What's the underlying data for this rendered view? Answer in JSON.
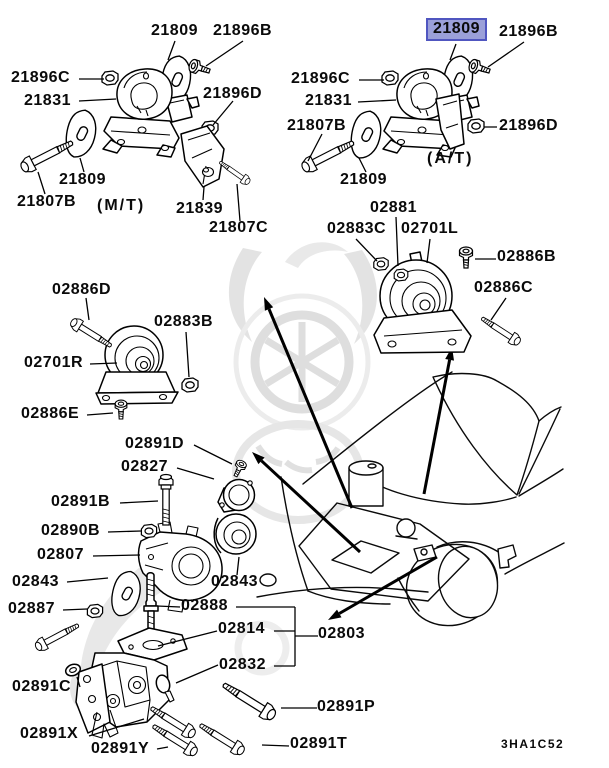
{
  "diagram": {
    "code": "3HA1C52",
    "selected_part": "21809",
    "colors": {
      "highlight_fill": "#9ba0d9",
      "highlight_border": "#5056c0",
      "line_color": "#000000",
      "watermark_gray": "#e3e3e3",
      "background": "#ffffff"
    }
  },
  "labels": {
    "mt_21809_top": "21809",
    "mt_21896b": "21896B",
    "mt_21896c": "21896C",
    "mt_21831": "21831",
    "mt_21896d": "21896D",
    "mt_21809_low": "21809",
    "mt_21807b": "21807B",
    "mt_trans": "(M/T)",
    "mt_21839": "21839",
    "mt_21807c": "21807C",
    "at_21809_sel": "21809",
    "at_21896b": "21896B",
    "at_21896c": "21896C",
    "at_21831": "21831",
    "at_21807b": "21807B",
    "at_21896d": "21896D",
    "at_trans": "(A/T)",
    "at_21809_low": "21809",
    "c_02881": "02881",
    "c_02883c": "02883C",
    "c_02701l": "02701L",
    "c_02886b": "02886B",
    "c_02886c": "02886C",
    "l_02886d": "02886D",
    "l_02883b": "02883B",
    "l_02701r": "02701R",
    "l_02886e": "02886E",
    "b_02891d": "02891D",
    "b_02827": "02827",
    "b_02891b": "02891B",
    "b_02890b": "02890B",
    "b_02807": "02807",
    "b_02843_l": "02843",
    "b_02843_r": "02843",
    "b_02887": "02887",
    "b_02888": "02888",
    "b_02814": "02814",
    "b_02832": "02832",
    "b_02891c": "02891C",
    "b_02891x": "02891X",
    "b_02891y": "02891Y",
    "r_02803": "02803",
    "r_02891p": "02891P",
    "r_02891t": "02891T"
  }
}
